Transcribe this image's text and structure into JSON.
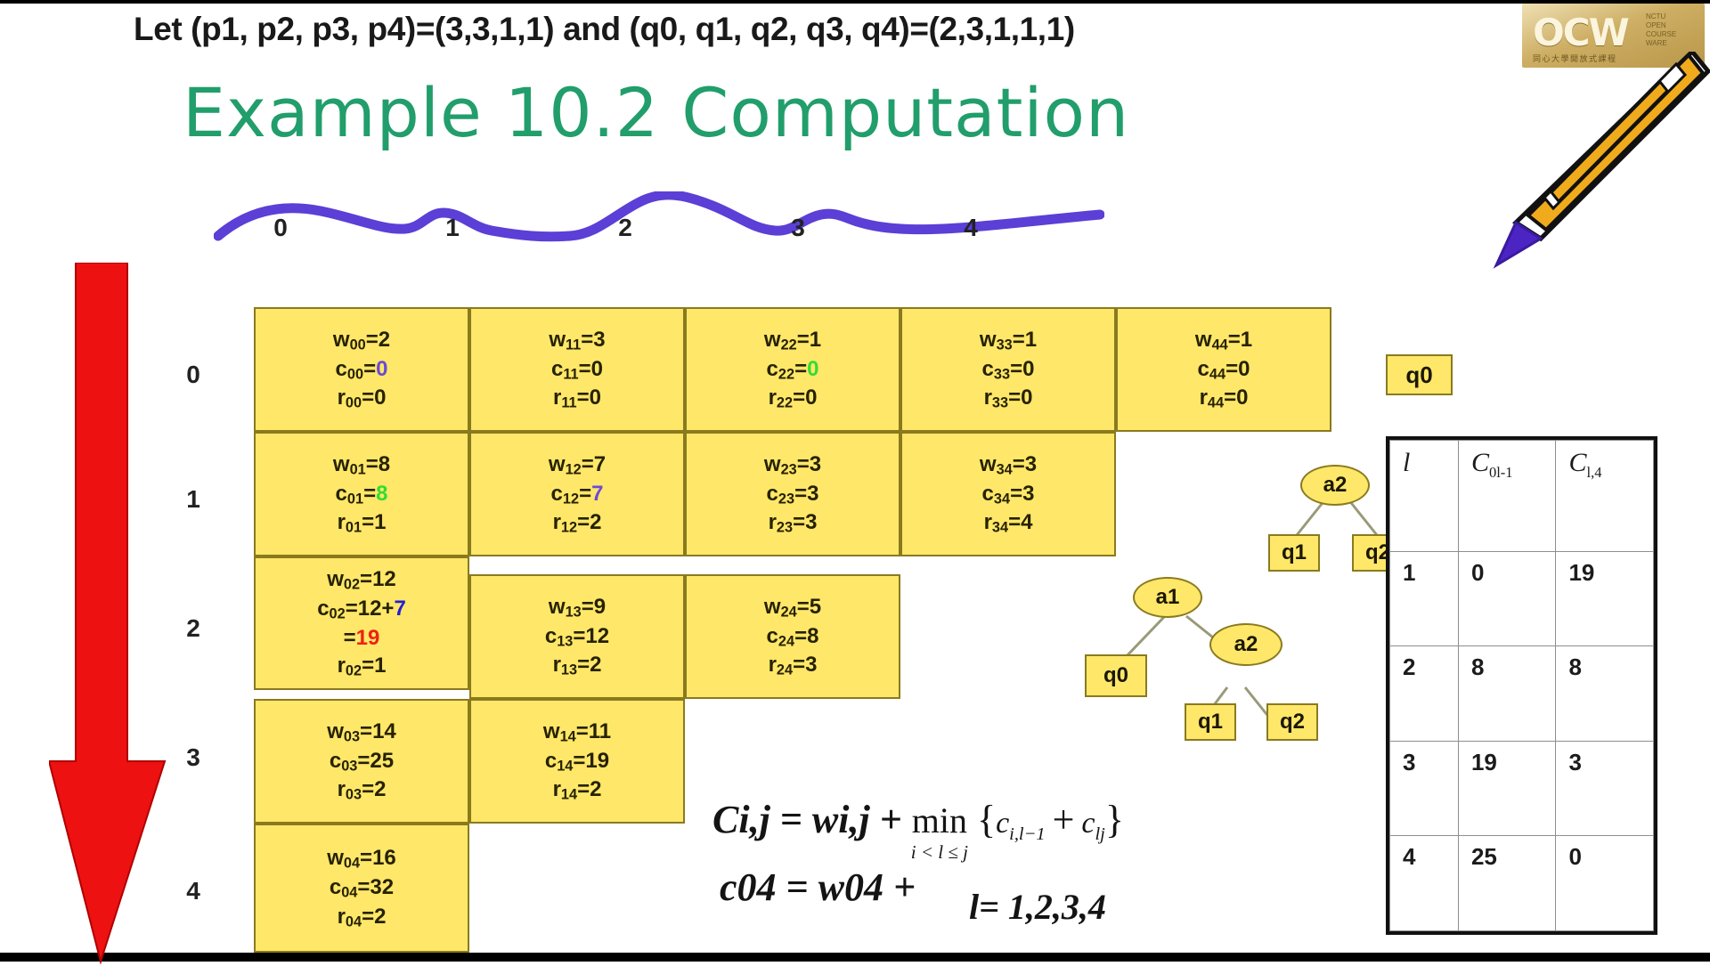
{
  "slide": {
    "premise": "Let (p1, p2, p3, p4)=(3,3,1,1) and (q0, q1, q2, q3, q4)=(2,3,1,1,1)",
    "title": "Example 10.2 Computation"
  },
  "logo": {
    "glyphs": "OCW",
    "side_line1": "NCTU",
    "side_line2": "OPEN",
    "side_line3": "COURSE",
    "side_line4": "WARE",
    "subtitle": "同心大學開放式課程"
  },
  "grid": {
    "col_headers": [
      "0",
      "1",
      "2",
      "3",
      "4"
    ],
    "row_headers": [
      "0",
      "1",
      "2",
      "3",
      "4"
    ],
    "rows": [
      [
        {
          "w": "w00=2",
          "c_label": "c00=",
          "c_value": "0",
          "c_color": "purple",
          "r": "r00=0"
        },
        {
          "w": "w11=3",
          "c_label": "c11=",
          "c_value": "0",
          "c_color": "black",
          "r": "r11=0"
        },
        {
          "w": "w22=1",
          "c_label": "c22=",
          "c_value": "0",
          "c_color": "green",
          "r": "r22=0"
        },
        {
          "w": "w33=1",
          "c_label": "c33=",
          "c_value": "0",
          "c_color": "black",
          "r": "r33=0"
        },
        {
          "w": "w44=1",
          "c_label": "c44=",
          "c_value": "0",
          "c_color": "black",
          "r": "r44=0"
        }
      ],
      [
        {
          "w": "w01=8",
          "c_label": "c01=",
          "c_value": "8",
          "c_color": "green",
          "r": "r01=1"
        },
        {
          "w": "w12=7",
          "c_label": "c12=",
          "c_value": "7",
          "c_color": "purple",
          "r": "r12=2"
        },
        {
          "w": "w23=3",
          "c_label": "c23=",
          "c_value": "3",
          "c_color": "black",
          "r": "r23=3"
        },
        {
          "w": "w34=3",
          "c_label": "c34=",
          "c_value": "3",
          "c_color": "black",
          "r": "r34=4"
        }
      ],
      [
        {
          "w": "w02=12",
          "c_label": "c02=12+",
          "c_value": "7",
          "c_color": "blue",
          "c_line2_prefix": "=",
          "c_line2_value": "19",
          "c_line2_color": "red",
          "r": "r02=1"
        },
        {
          "w": "w13=9",
          "c_label": "c13=",
          "c_value": "12",
          "c_color": "black",
          "r": "r13=2"
        },
        {
          "w": "w24=5",
          "c_label": "c24=",
          "c_value": "8",
          "c_color": "black",
          "r": "r24=3"
        }
      ],
      [
        {
          "w": "w03=14",
          "c_label": "c03=",
          "c_value": "25",
          "c_color": "black",
          "r": "r03=2"
        },
        {
          "w": "w14=11",
          "c_label": "c14=",
          "c_value": "19",
          "c_color": "black",
          "r": "r14=2"
        }
      ],
      [
        {
          "w": "w04=16",
          "c_label": "c04=",
          "c_value": "32",
          "c_color": "black",
          "r": "r04=2"
        }
      ]
    ]
  },
  "standalone_tag": {
    "label": "q0"
  },
  "tree_upper": {
    "root": "a2",
    "left_leaf": "q1",
    "right_leaf": "q2"
  },
  "tree_lower": {
    "root": "a1",
    "left_leaf": "q0",
    "sub_root": "a2",
    "sub_left_leaf": "q1",
    "sub_right_leaf": "q2"
  },
  "summary_table": {
    "headers": [
      "l",
      "C0l-1",
      "Cl,4"
    ],
    "header_parts": [
      {
        "main": "l",
        "sub": ""
      },
      {
        "main": "C",
        "sub": "0l-1"
      },
      {
        "main": "C",
        "sub": "l,4"
      }
    ],
    "rows": [
      [
        "1",
        "0",
        "19"
      ],
      [
        "2",
        "8",
        "8"
      ],
      [
        "3",
        "19",
        "3"
      ],
      [
        "4",
        "25",
        "0"
      ]
    ]
  },
  "formula": {
    "line1_lhs": "Ci,j = wi,j +",
    "min_word": "min",
    "min_sub": "i < l ≤ j",
    "brace_open": "{",
    "term1": "c",
    "term1_sub": "i,l−1",
    "plus": "+",
    "term2": "c",
    "term2_sub": "lj",
    "brace_close": "}",
    "line2": "c04 = w04 +",
    "line3": "l= 1,2,3,4"
  },
  "colors": {
    "cell_fill": "#ffe76a",
    "cell_border": "#8a7a1e",
    "title_green": "#219e6b",
    "squiggle_purple": "#5b3fd6",
    "arrow_red": "#ee1111",
    "value_green": "#32dd32",
    "value_purple": "#6a4bd6",
    "value_blue": "#1f1fd6",
    "value_red": "#ee2211"
  }
}
